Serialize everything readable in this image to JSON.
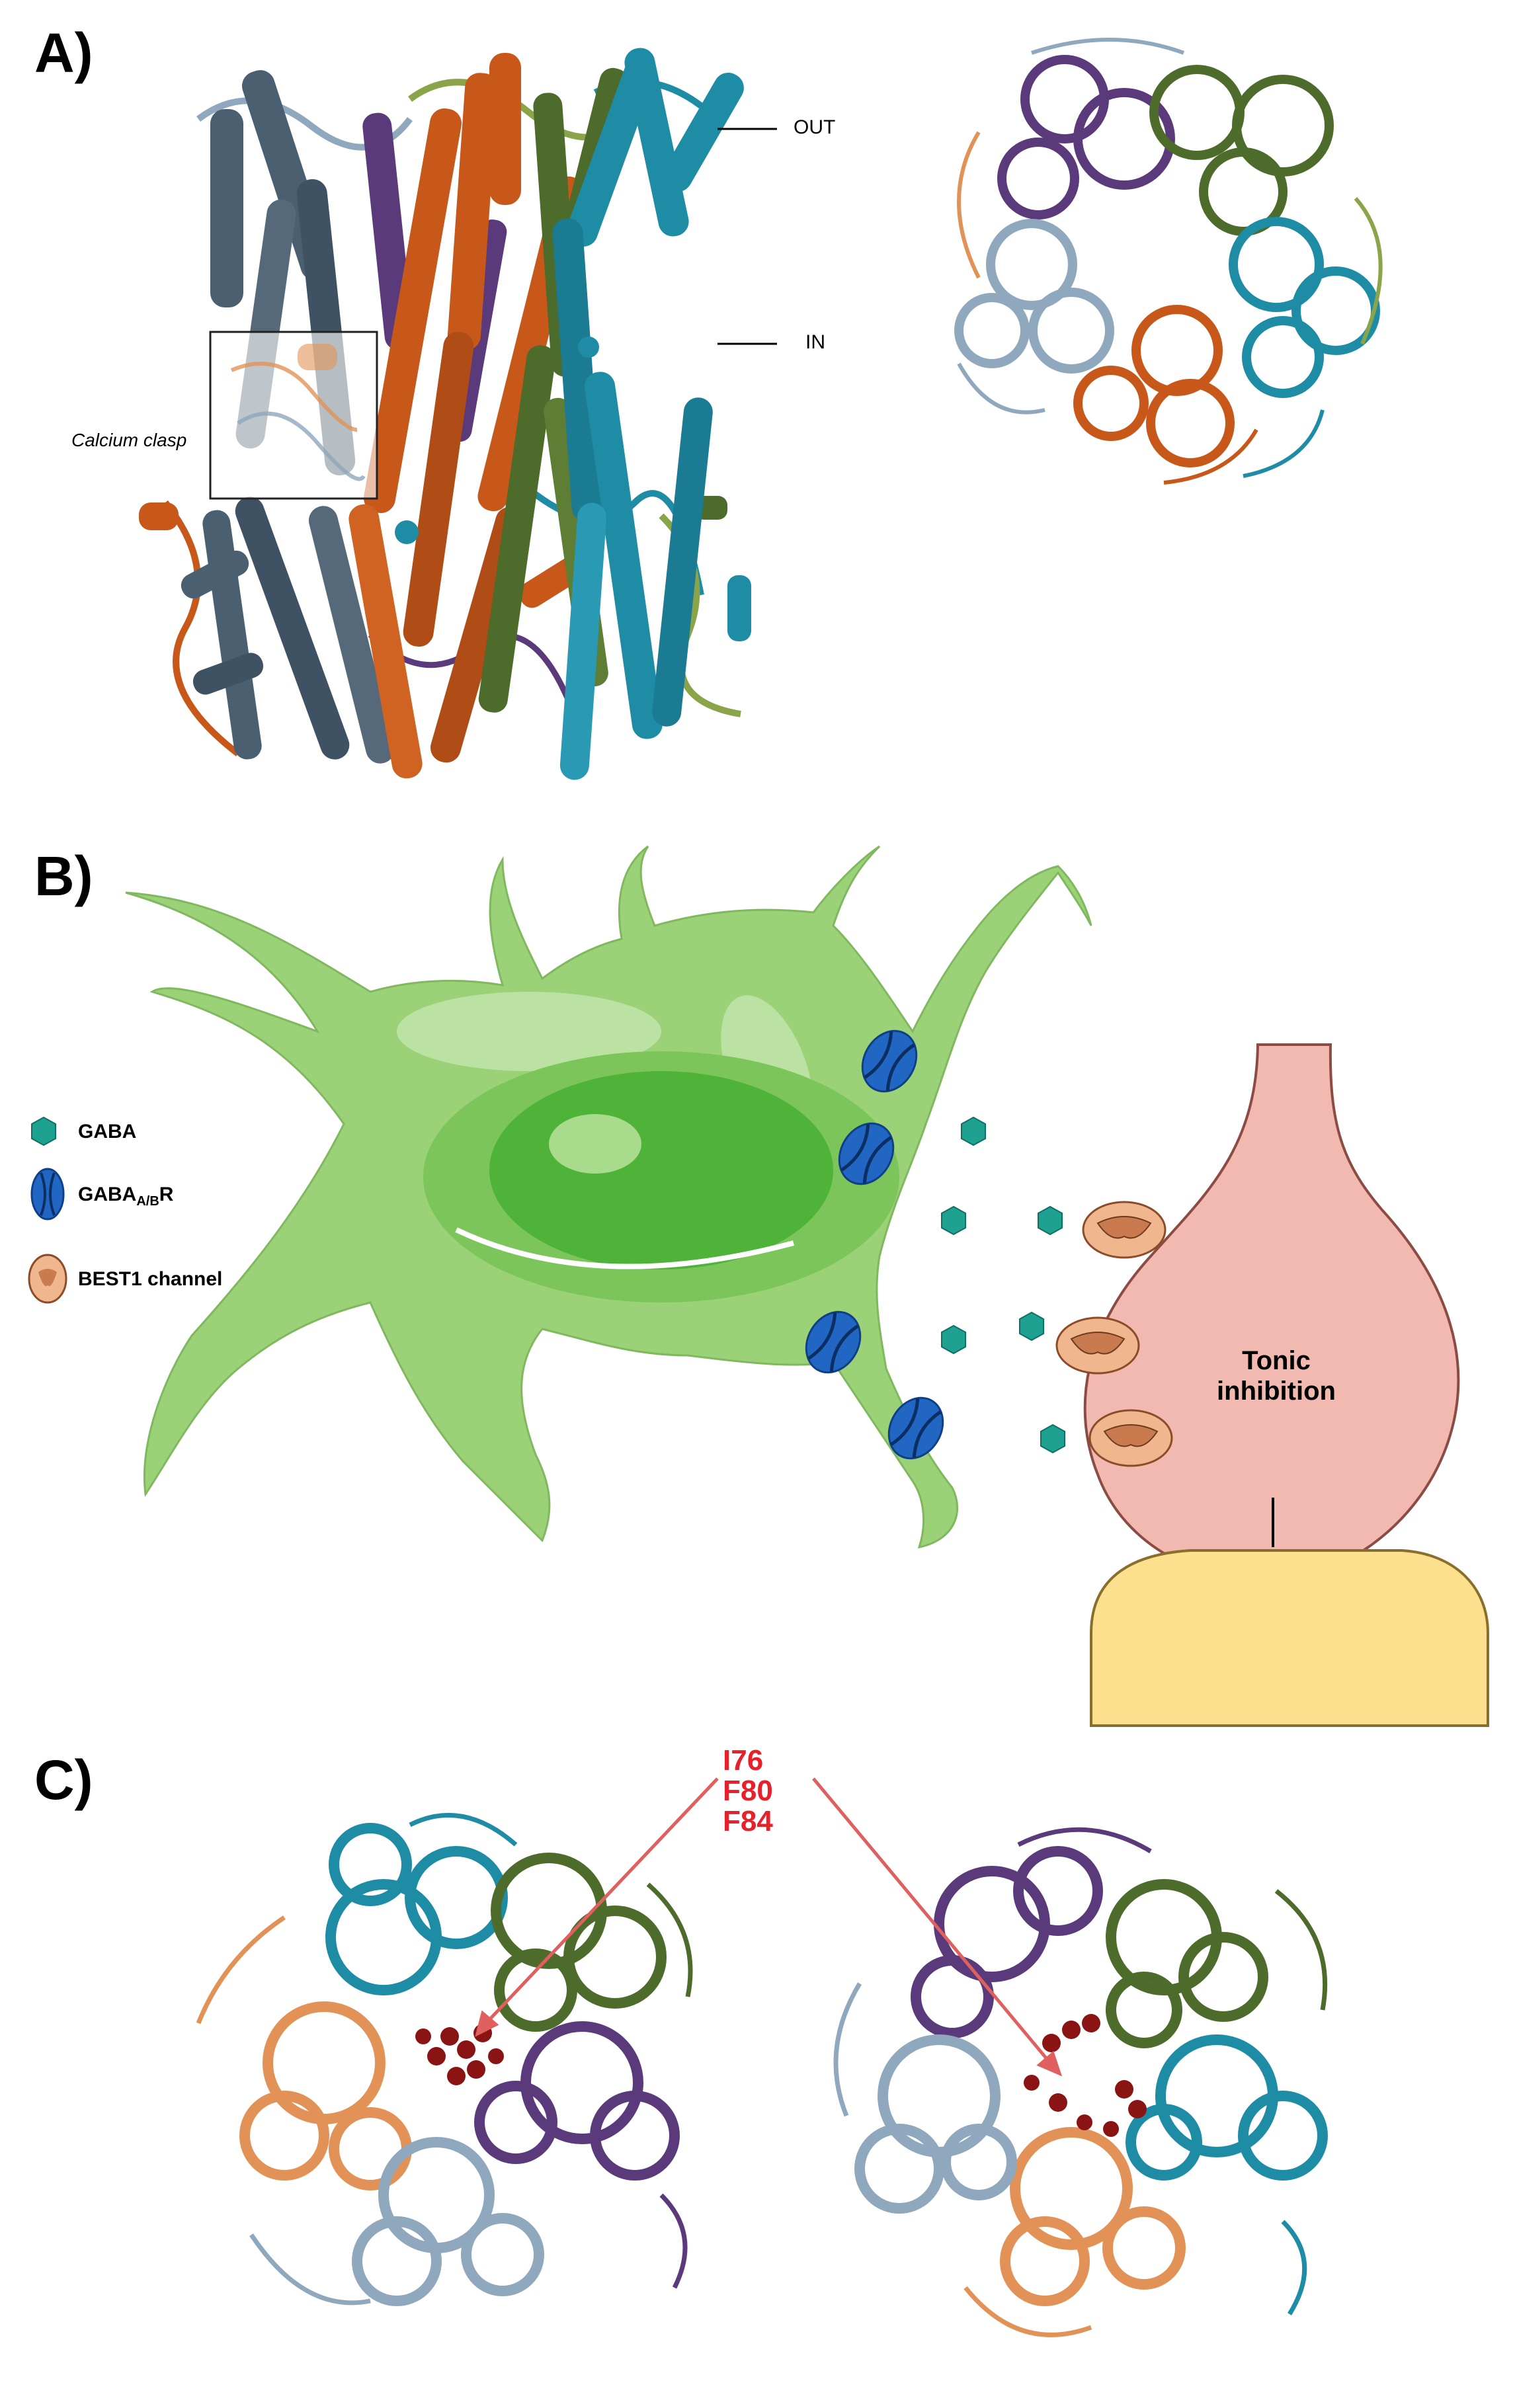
{
  "panels": {
    "a": {
      "letter": "A)",
      "out_label": "OUT",
      "in_label": "IN",
      "clasp_label": "Calcium clasp"
    },
    "b": {
      "letter": "B)",
      "legend": {
        "gaba": "GABA",
        "receptor_main": "GABA",
        "receptor_sub": "A/B",
        "receptor_suffix": "R",
        "best1": "BEST1 channel"
      },
      "tonic_line1": "Tonic",
      "tonic_line2": "inhibition"
    },
    "c": {
      "letter": "C)",
      "residues": [
        "I76",
        "F80",
        "F84"
      ]
    }
  },
  "colors": {
    "slate": "#4a5f70",
    "orange": "#c8581a",
    "purple": "#5b3a7c",
    "olive": "#4d6b2a",
    "teal": "#1f8ca6",
    "lightblue": "#8fa8bd",
    "lightorange": "#e29256",
    "lightolive": "#8aa44a",
    "astrocyte": "#9bd177",
    "nucleus": "#4fb33a",
    "receptor": "#2266c4",
    "best1": "#f0b68e",
    "presyn": "#f1b9b0",
    "postsyn": "#fce08e",
    "gaba": "#1fa191",
    "red": "#e8202a"
  }
}
